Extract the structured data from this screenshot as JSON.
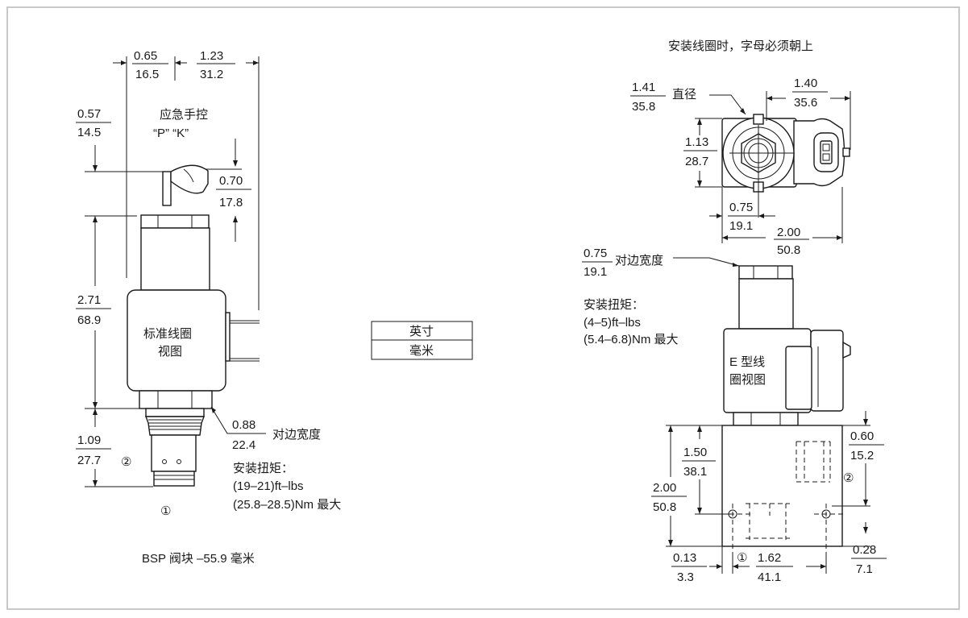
{
  "left_view": {
    "top_dim_a": {
      "in": "0.65",
      "mm": "16.5"
    },
    "top_dim_b": {
      "in": "1.23",
      "mm": "31.2"
    },
    "override_height": {
      "in": "0.57",
      "mm": "14.5"
    },
    "override_label": "应急手控",
    "override_options": "“P”   “K”",
    "knob_dim": {
      "in": "0.70",
      "mm": "17.8"
    },
    "body_height": {
      "in": "2.71",
      "mm": "68.9"
    },
    "coil_label_1": "标准线圈",
    "coil_label_2": "视图",
    "hex_dim": {
      "in": "0.88",
      "mm": "22.4"
    },
    "hex_label": "对边宽度",
    "cartridge_height": {
      "in": "1.09",
      "mm": "27.7"
    },
    "port_2": "②",
    "port_1": "①",
    "torque_title": "安装扭矩：",
    "torque_ftlbs": "(19–21)ft–lbs",
    "torque_nm": "(25.8–28.5)Nm 最大",
    "caption": "BSP 阀块 –55.9 毫米"
  },
  "legend": {
    "top": "英寸",
    "bottom": "毫米"
  },
  "right_view": {
    "note": "安装线圈时，字母必须朝上",
    "coil_dia": {
      "in": "1.41",
      "mm": "35.8"
    },
    "coil_dia_label": "直径",
    "conn_dim": {
      "in": "1.40",
      "mm": "35.6"
    },
    "top_height": {
      "in": "1.13",
      "mm": "28.7"
    },
    "center_dim": {
      "in": "0.75",
      "mm": "19.1"
    },
    "width_dim": {
      "in": "2.00",
      "mm": "50.8"
    },
    "hex_dim": {
      "in": "0.75",
      "mm": "19.1"
    },
    "hex_label": "对边宽度",
    "torque_title": "安装扭矩：",
    "torque_ftlbs": "(4–5)ft–lbs",
    "torque_nm": "(5.4–6.8)Nm 最大",
    "coil_label_1": "E 型线",
    "coil_label_2": "圈视图",
    "port2_height": {
      "in": "1.50",
      "mm": "38.1"
    },
    "block_height": {
      "in": "2.00",
      "mm": "50.8"
    },
    "port2_depth": {
      "in": "0.60",
      "mm": "15.2"
    },
    "port_2": "②",
    "port_1": "①",
    "hole_offset": {
      "in": "0.13",
      "mm": "3.3"
    },
    "hole_spacing": {
      "in": "1.62",
      "mm": "41.1"
    },
    "hole_bottom": {
      "in": "0.28",
      "mm": "7.1"
    }
  }
}
